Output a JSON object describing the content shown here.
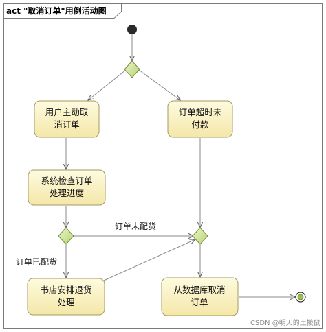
{
  "diagram": {
    "title": "act \"取消订单\"用例活动图",
    "nodes": {
      "user_cancel": [
        "用户主动取",
        "消订单"
      ],
      "order_timeout": [
        "订单超时未",
        "付款"
      ],
      "system_check": [
        "系统检查订单",
        "处理进度"
      ],
      "bookstore_refund": [
        "书店安排退货",
        "处理"
      ],
      "db_cancel": [
        "从数据库取消",
        "订单"
      ]
    },
    "edge_labels": {
      "not_shipped": "订单未配货",
      "shipped": "订单已配货"
    },
    "watermark": "CSDN @明天的土拨鼠"
  }
}
